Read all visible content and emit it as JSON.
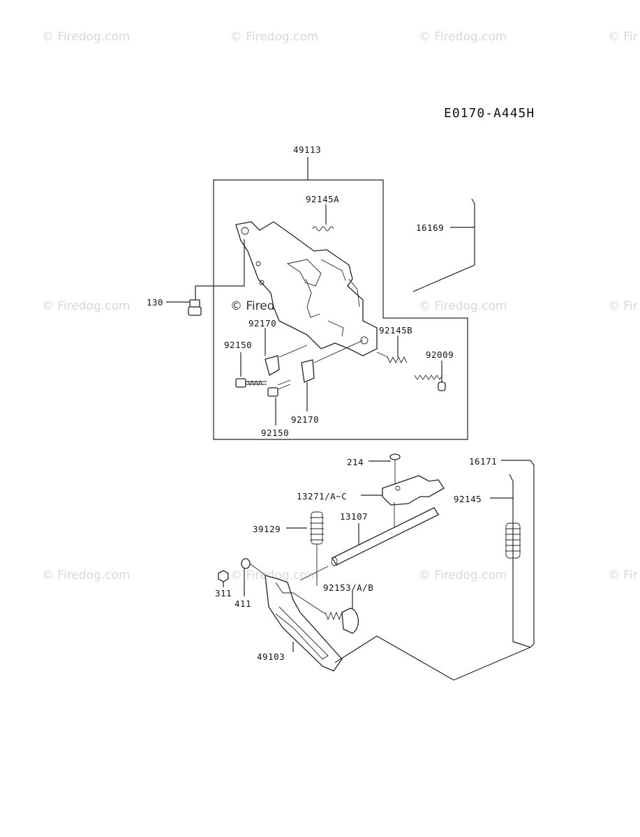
{
  "watermarks": {
    "text": "© Firedog.com",
    "edge_text": "© Fir"
  },
  "diagram_id": "E0170-A445H",
  "parts": {
    "p49113": "49113",
    "p92145A": "92145A",
    "p16169": "16169",
    "p130": "130",
    "p92170a": "92170",
    "p92145B": "92145B",
    "p92150a": "92150",
    "p92009": "92009",
    "p92170b": "92170",
    "p92150b": "92150",
    "p214": "214",
    "p16171": "16171",
    "p13271": "13271/A~C",
    "p92145": "92145",
    "p39129": "39129",
    "p13107": "13107",
    "p311": "311",
    "p411": "411",
    "p92153": "92153/A/B",
    "p49103": "49103"
  }
}
